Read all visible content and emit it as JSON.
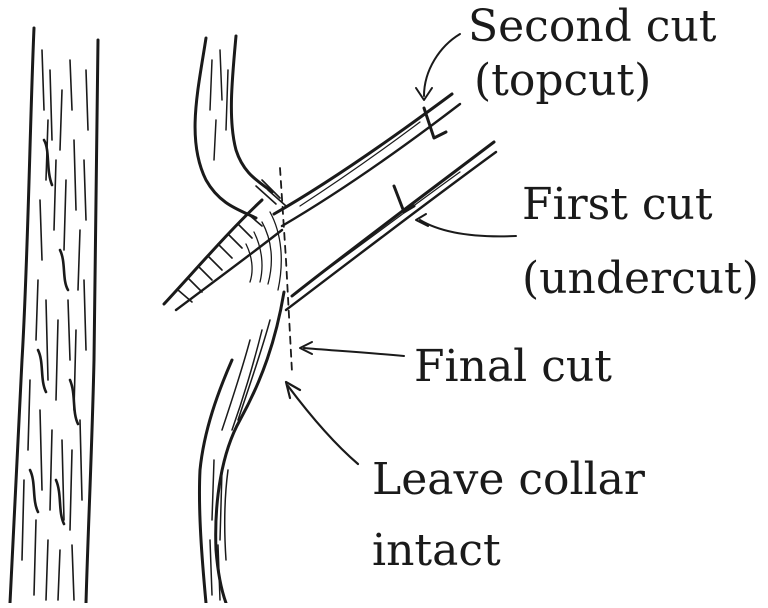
{
  "diagram": {
    "labels": {
      "second_cut": "Second cut",
      "topcut": "(topcut)",
      "first_cut": "First cut",
      "undercut": "(undercut)",
      "final_cut": "Final cut",
      "leave_collar": "Leave collar",
      "intact": "intact"
    }
  },
  "colors": {
    "ink": "#1a1a1a",
    "background": "#ffffff"
  }
}
